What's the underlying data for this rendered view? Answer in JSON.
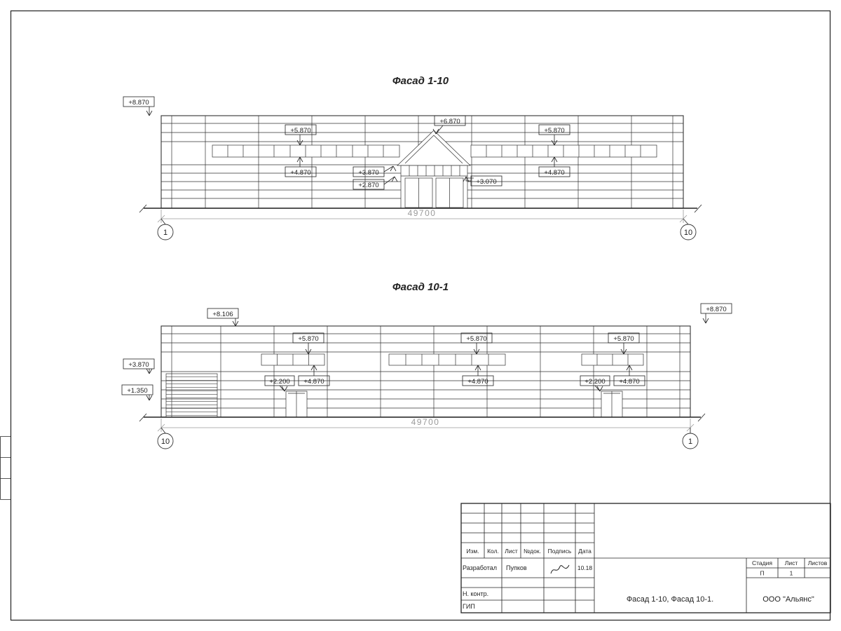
{
  "drawing": {
    "facade_top": {
      "title": "Фасад 1-10",
      "elev": {
        "roof_left": "+8.870",
        "band_left_top": "+5.870",
        "gable_top": "+6.870",
        "band_right_top": "+5.870",
        "band_left_bottom": "+4.870",
        "entrance_upper": "+3.870",
        "entrance_lower": "+2.870",
        "canopy": "+3.070",
        "band_right_bottom": "+4.870"
      },
      "dim_total": "49700",
      "axis_left": "1",
      "axis_right": "10"
    },
    "facade_bottom": {
      "title": "Фасад 10-1",
      "elev": {
        "parapet_left": "+8.106",
        "parapet_right": "+8.870",
        "band1_top": "+5.870",
        "band2_top": "+5.870",
        "band3_top": "+5.870",
        "wall_left_upper": "+3.870",
        "wall_left_lower": "+1.350",
        "door1_top": "+2.200",
        "band1_bottom": "+4.870",
        "band2_bottom": "+4.870",
        "door2_top": "+2.200",
        "band3_bottom": "+4.870"
      },
      "dim_total": "49700",
      "axis_left": "10",
      "axis_right": "1"
    }
  },
  "title_block": {
    "header": {
      "izm": "Изм.",
      "kol": "Кол.",
      "list": "Лист",
      "ndok": "№док.",
      "podpis": "Подпись",
      "data": "Дата"
    },
    "razrabotal_label": "Разработал",
    "razrabotal_name": "Пупков",
    "razrabotal_date": "10.18",
    "nkontr_label": "Н. контр.",
    "gip_label": "ГИП",
    "doc_title": "Фасад 1-10, Фасад 10-1.",
    "stage_label": "Стадия",
    "sheet_label": "Лист",
    "sheets_label": "Листов",
    "stage_value": "П",
    "sheet_value": "1",
    "org_name": "ООО \"Альянс\""
  }
}
